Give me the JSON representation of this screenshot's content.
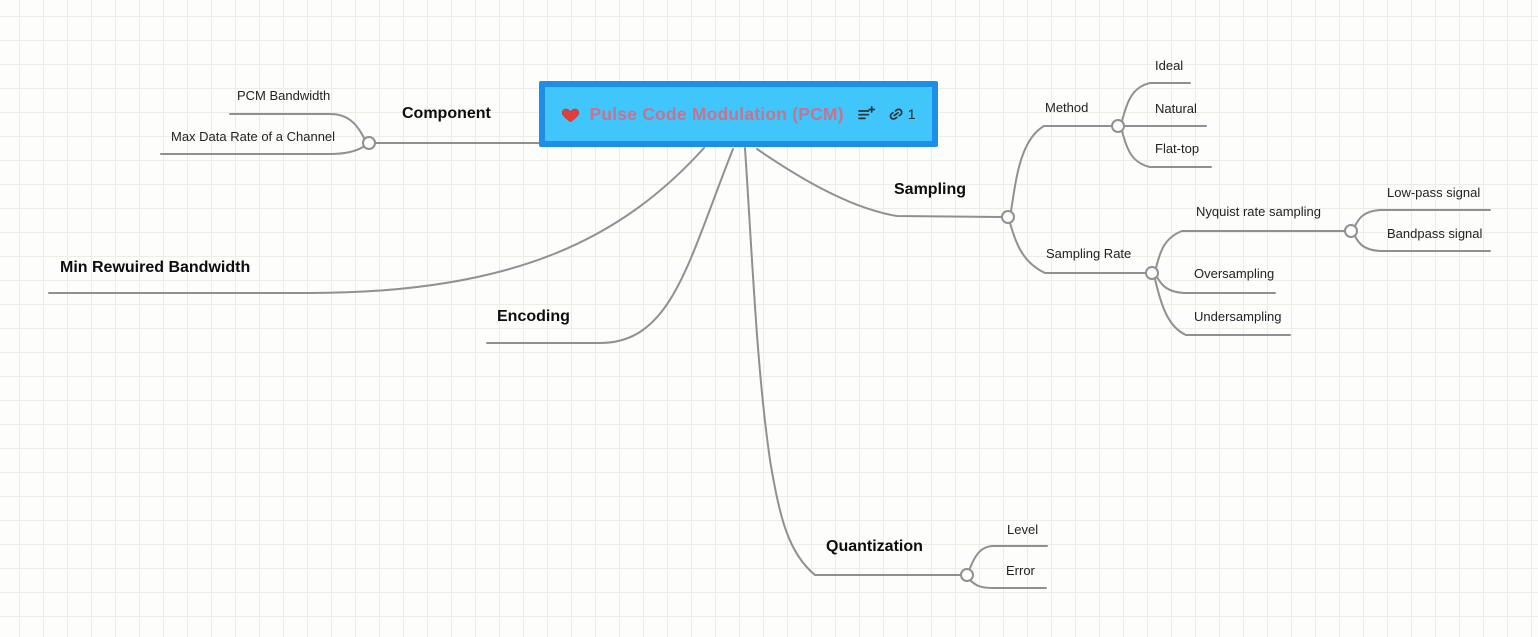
{
  "root": {
    "marker": "red-heart",
    "title": "Pulse Code Modulation (PCM)",
    "link_count": "1",
    "colors": {
      "fill": "#41c6fb",
      "border": "#1e8ee9",
      "title": "#c8728f"
    }
  },
  "canvas": {
    "grid_color": "#e8efe4",
    "background": "#fdfdfc",
    "line_color": "#909090"
  },
  "icons": {
    "marker": "heart-icon",
    "notes": "playlist-add-icon",
    "link": "link-icon"
  },
  "topics": {
    "component": "Component",
    "pcm_bandwidth": "PCM Bandwidth",
    "max_data_rate": "Max Data Rate of a Channel",
    "min_required": "Min Rewuired Bandwidth",
    "encoding": "Encoding",
    "sampling": "Sampling",
    "method": "Method",
    "ideal": "Ideal",
    "natural": "Natural",
    "flat_top": "Flat-top",
    "sampling_rate": "Sampling Rate",
    "nyquist": "Nyquist rate sampling",
    "low_pass": "Low-pass signal",
    "bandpass": "Bandpass signal",
    "oversampling": "Oversampling",
    "undersampling": "Undersampling",
    "quantization": "Quantization",
    "level": "Level",
    "error": "Error"
  }
}
